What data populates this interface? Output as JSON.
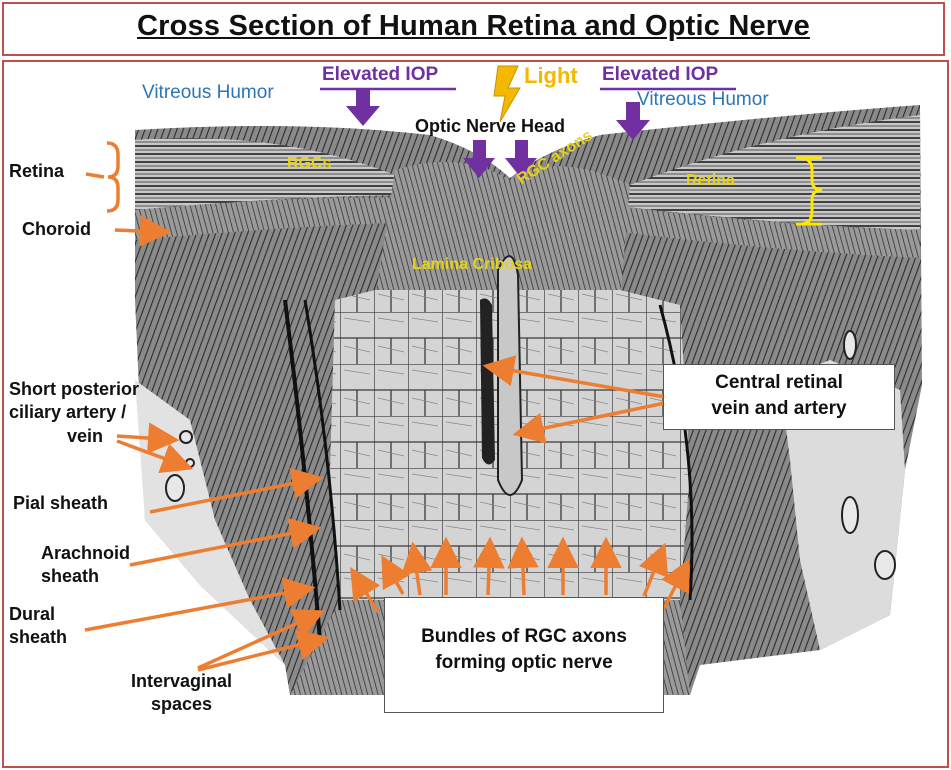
{
  "title": "Cross Section of Human Retina and Optic Nerve",
  "colors": {
    "frame": "#c0504d",
    "arrow_orange": "#ed7d31",
    "arrow_purple": "#7030a0",
    "label_blue": "#2e75b6",
    "label_yellow": "#e6d21a",
    "light_bolt": "#f5b800"
  },
  "top_labels": {
    "vitreous_left": "Vitreous Humor",
    "vitreous_right": "Vitreous Humor",
    "elevated_iop_left": "Elevated IOP",
    "elevated_iop_right": "Elevated IOP",
    "light": "Light",
    "optic_nerve_head": "Optic Nerve Head"
  },
  "in_image_labels": {
    "rgcs": "RGCs",
    "rgc_axons": "RGC axons",
    "retina": "Retina",
    "lamina_cribosa": "Lamina Cribosa"
  },
  "left_labels": {
    "retina": "Retina",
    "choroid": "Choroid",
    "short_posterior": [
      "Short posterior",
      "ciliary  artery /",
      "vein"
    ],
    "pial": "Pial  sheath",
    "arachnoid": [
      "Arachnoid",
      "sheath"
    ],
    "dural": [
      "Dural",
      "sheath"
    ],
    "intervaginal": [
      "Intervaginal",
      "spaces"
    ]
  },
  "callouts": {
    "central_retinal": [
      "Central retinal",
      "vein and artery"
    ],
    "bundles": [
      "Bundles of RGC axons",
      "forming optic nerve"
    ]
  }
}
